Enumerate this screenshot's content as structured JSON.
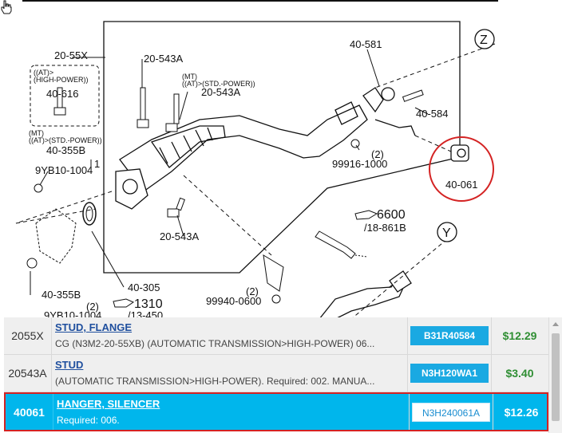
{
  "diagram": {
    "labels": {
      "z": "Z",
      "y": "Y",
      "p40581": "40-581",
      "p40584": "40-584",
      "p40061": "40-061",
      "p2055x": "20-55X",
      "p20543a_top": "20-543A",
      "p20543a_mid": "20-543A",
      "p20543a_low": "20-543A",
      "mt_std_1": "(MT)",
      "mt_std_2": "((AT)>(STD.-POWER))",
      "at_high_1": "((AT)>",
      "at_high_2": "(HIGH-POWER))",
      "p40616": "40-616",
      "mt2_1": "(MT)",
      "mt2_2": "((AT)>(STD.-POWER))",
      "p40355b_top": "40-355B",
      "p9yb10_top": "9YB10-1004",
      "one": "1",
      "two_a": "(2)",
      "p99916": "99916-1000",
      "p6600": "6600",
      "p18861b": "/18-861B",
      "p40305": "40-305",
      "two_b": "(2)",
      "p99940": "99940-0600",
      "p40355b_low": "40-355B",
      "two_c": "(2)",
      "p1310": "1310",
      "p9yb10_low": "9YB10-1004",
      "p13450": "/13-450"
    }
  },
  "parts": [
    {
      "code": "2055X",
      "name": "STUD, FLANGE",
      "notes": "CG (N3M2-20-55XB) (AUTOMATIC TRANSMISSION>HIGH-POWER) 06...",
      "part_number": "B31R40584",
      "price": "$12.29"
    },
    {
      "code": "20543A",
      "name": "STUD",
      "notes": "(AUTOMATIC TRANSMISSION>HIGH-POWER). Required: 002. MANUA...",
      "part_number": "N3H120WA1",
      "price": "$3.40"
    },
    {
      "code": "40061",
      "name": "HANGER, SILENCER",
      "notes": "Required: 006.",
      "part_number": "N3H240061A",
      "price": "$12.26"
    }
  ],
  "colors": {
    "selected_row": "#00b6ec",
    "highlight_border": "#d42323",
    "price_green": "#2f8e33",
    "link_blue": "#1f4f9e"
  }
}
